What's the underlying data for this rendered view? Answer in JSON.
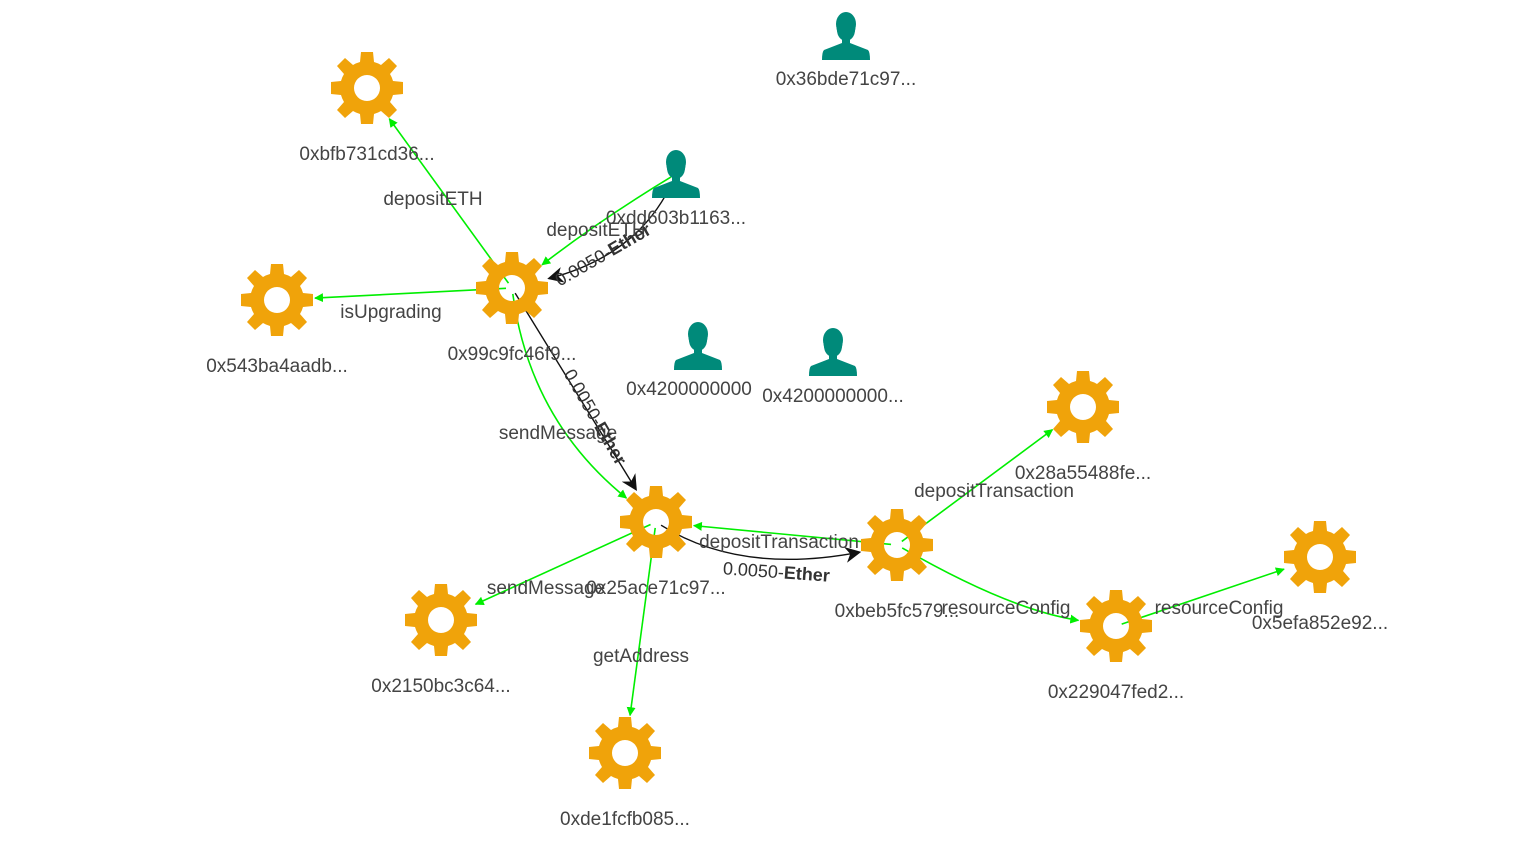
{
  "colors": {
    "contract": "#f0a30a",
    "account": "#008a7a",
    "call_edge": "#00ee00",
    "transfer_edge": "#111111",
    "label": "#444444"
  },
  "nodes": [
    {
      "id": "n_bfb",
      "type": "contract",
      "icon": "gear-icon",
      "label": "0xbfb731cd36..."
    },
    {
      "id": "n_36b",
      "type": "account",
      "icon": "user-icon",
      "label": "0x36bde71c97..."
    },
    {
      "id": "n_dd6",
      "type": "account",
      "icon": "user-icon",
      "label": "0xdd603b1163..."
    },
    {
      "id": "n_543",
      "type": "contract",
      "icon": "gear-icon",
      "label": "0x543ba4aadb..."
    },
    {
      "id": "n_99c",
      "type": "contract",
      "icon": "gear-icon",
      "label": "0x99c9fc46f9..."
    },
    {
      "id": "n_420a",
      "type": "account",
      "icon": "user-icon",
      "label": "0x4200000000"
    },
    {
      "id": "n_420b",
      "type": "account",
      "icon": "user-icon",
      "label": "0x4200000000..."
    },
    {
      "id": "n_28a",
      "type": "contract",
      "icon": "gear-icon",
      "label": "0x28a55488fe..."
    },
    {
      "id": "n_25a",
      "type": "contract",
      "icon": "gear-icon",
      "label": "0x25ace71c97..."
    },
    {
      "id": "n_beb",
      "type": "contract",
      "icon": "gear-icon",
      "label": "0xbeb5fc579..."
    },
    {
      "id": "n_5ef",
      "type": "contract",
      "icon": "gear-icon",
      "label": "0x5efa852e92..."
    },
    {
      "id": "n_215",
      "type": "contract",
      "icon": "gear-icon",
      "label": "0x2150bc3c64..."
    },
    {
      "id": "n_229",
      "type": "contract",
      "icon": "gear-icon",
      "label": "0x229047fed2..."
    },
    {
      "id": "n_de1",
      "type": "contract",
      "icon": "gear-icon",
      "label": "0xde1fcfb085..."
    }
  ],
  "edges": [
    {
      "id": "e1",
      "kind": "call",
      "source": "n_99c",
      "target": "n_bfb",
      "label": "depositETH"
    },
    {
      "id": "e2",
      "kind": "call",
      "source": "n_dd6",
      "target": "n_99c",
      "label": "depositETH"
    },
    {
      "id": "e3",
      "kind": "transfer",
      "source": "n_dd6",
      "target": "n_99c",
      "amount": "0.0050",
      "unit": "Ether"
    },
    {
      "id": "e4",
      "kind": "call",
      "source": "n_99c",
      "target": "n_543",
      "label": "isUpgrading"
    },
    {
      "id": "e5",
      "kind": "call",
      "source": "n_99c",
      "target": "n_25a",
      "label": "sendMessage"
    },
    {
      "id": "e6",
      "kind": "transfer",
      "source": "n_99c",
      "target": "n_25a",
      "amount": "0.0050",
      "unit": "Ether"
    },
    {
      "id": "e7",
      "kind": "call",
      "source": "n_25a",
      "target": "n_215",
      "label": "sendMessage"
    },
    {
      "id": "e8",
      "kind": "call",
      "source": "n_25a",
      "target": "n_de1",
      "label": "getAddress"
    },
    {
      "id": "e9",
      "kind": "call",
      "source": "n_beb",
      "target": "n_25a",
      "label": "depositTransaction"
    },
    {
      "id": "e10",
      "kind": "transfer",
      "source": "n_25a",
      "target": "n_beb",
      "amount": "0.0050",
      "unit": "Ether"
    },
    {
      "id": "e11",
      "kind": "call",
      "source": "n_beb",
      "target": "n_28a",
      "label": "depositTransaction"
    },
    {
      "id": "e12",
      "kind": "call",
      "source": "n_beb",
      "target": "n_229",
      "label": "resourceConfig"
    },
    {
      "id": "e13",
      "kind": "call",
      "source": "n_229",
      "target": "n_5ef",
      "label": "resourceConfig"
    }
  ]
}
